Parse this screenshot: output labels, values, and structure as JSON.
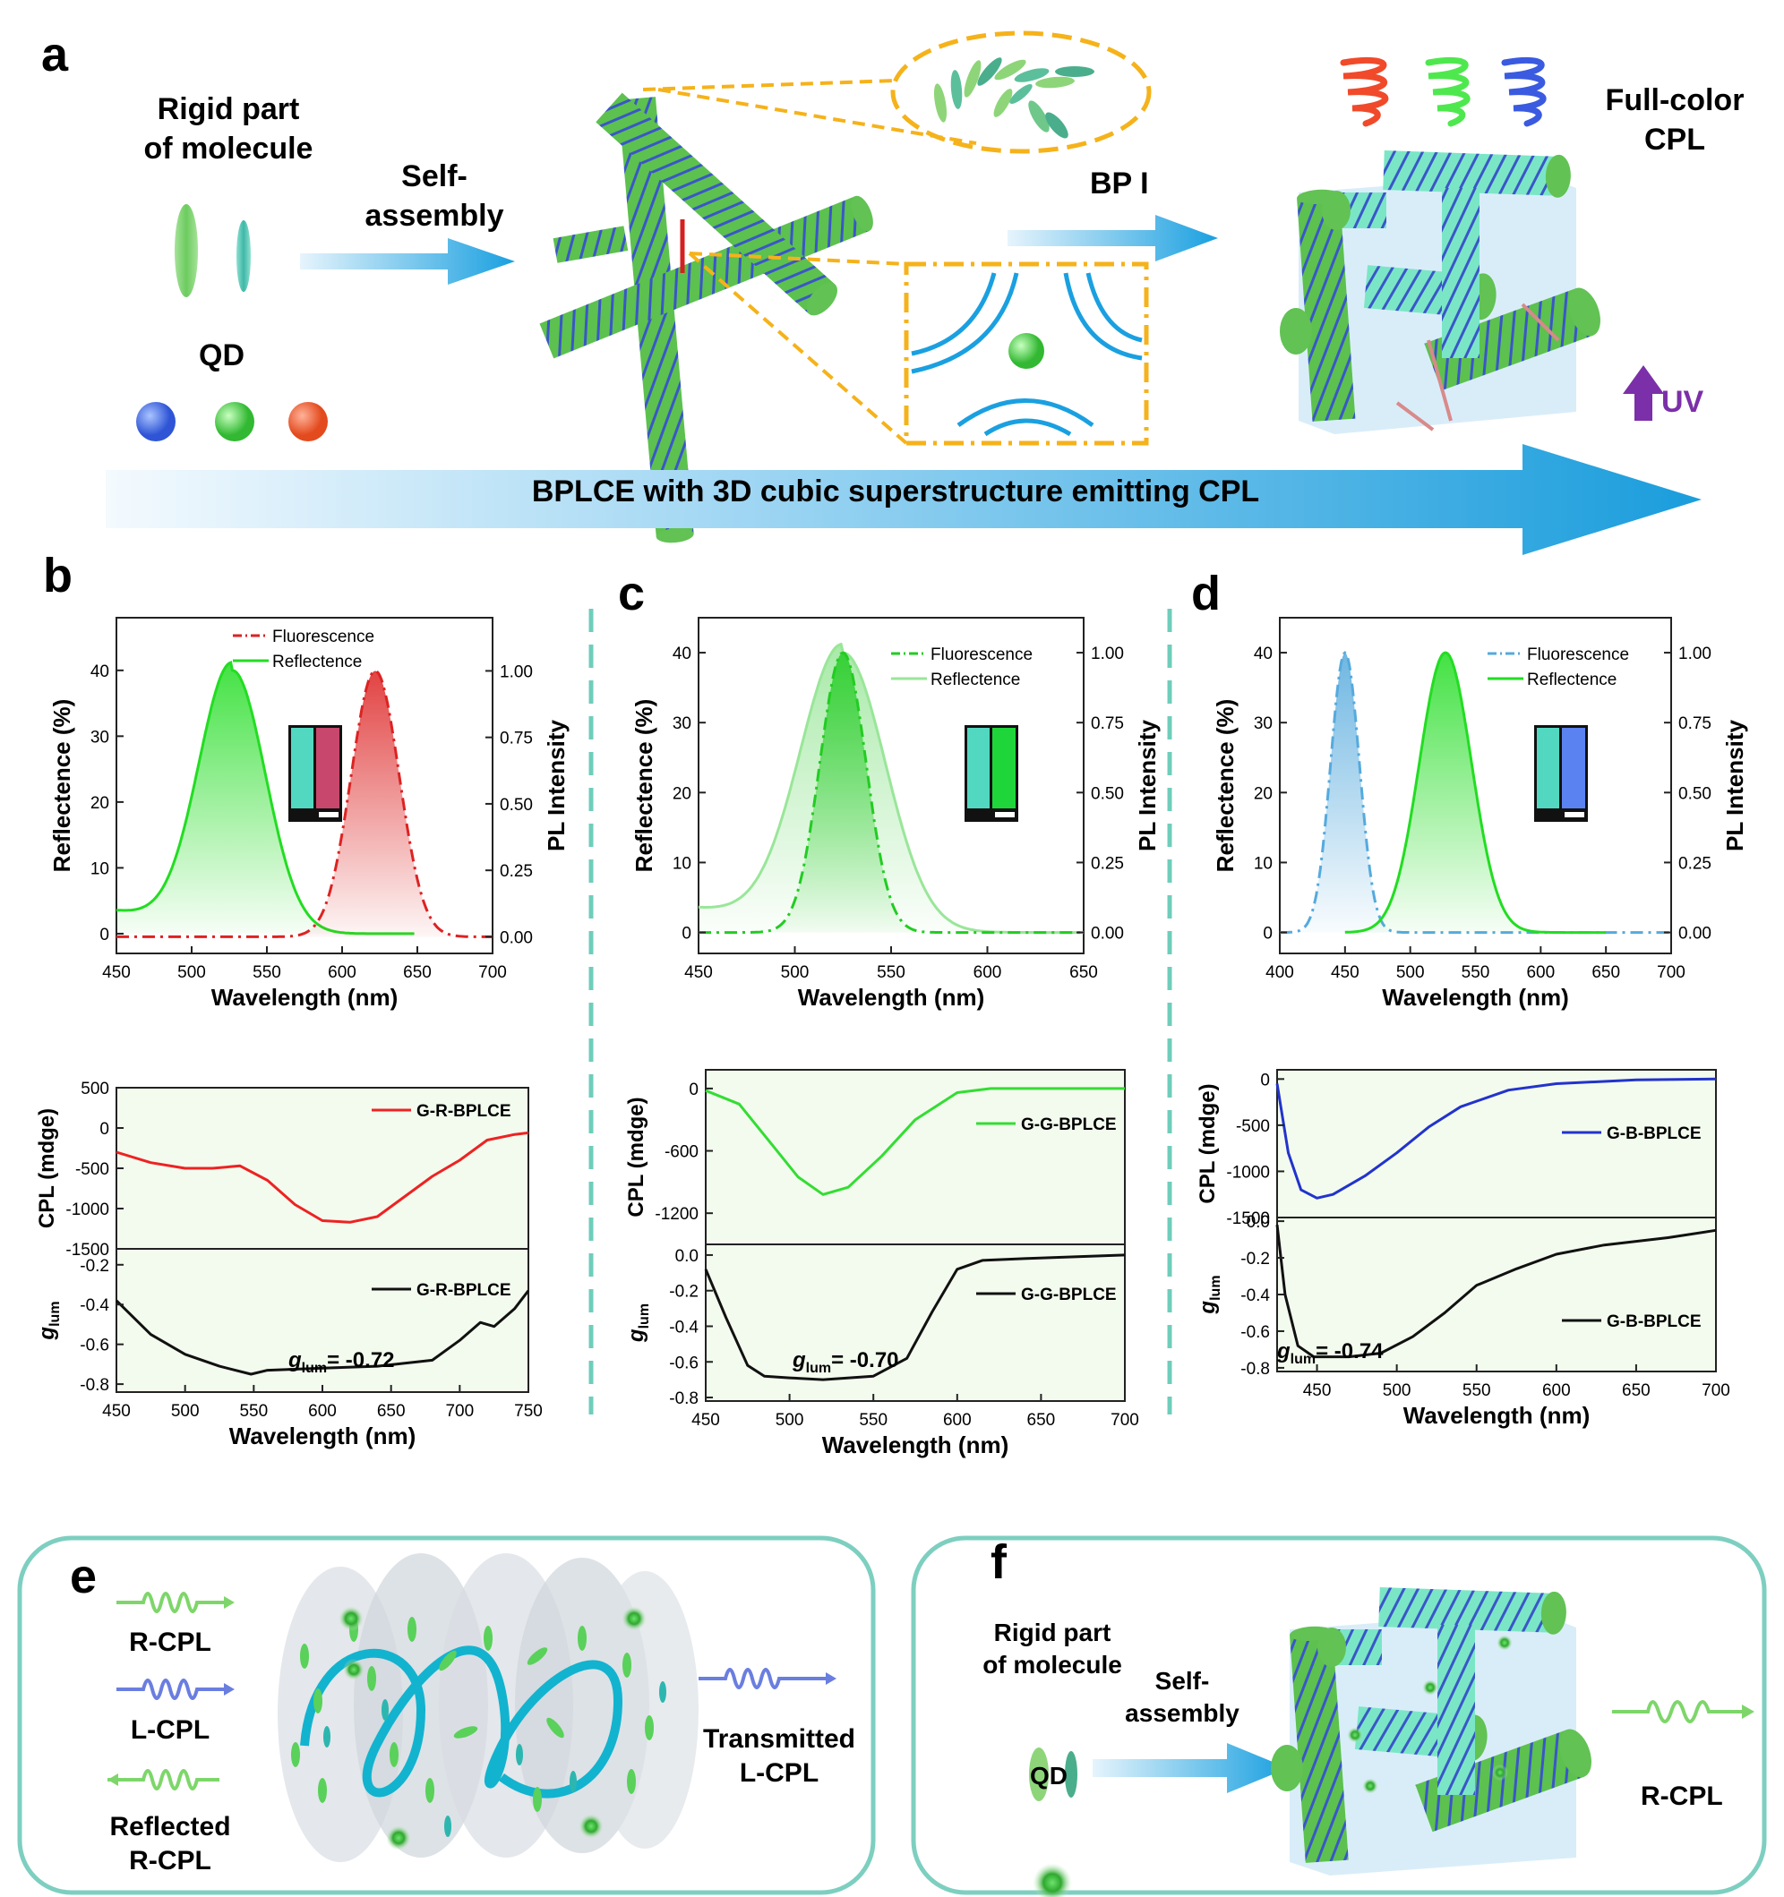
{
  "panels": {
    "a": "a",
    "b": "b",
    "c": "c",
    "d": "d",
    "e": "e",
    "f": "f"
  },
  "panel_a": {
    "rigid_line1": "Rigid part",
    "rigid_line2": "of molecule",
    "self_line1": "Self-",
    "self_line2": "assembly",
    "qd": "QD",
    "bp": "BP I",
    "fullcolor_line1": "Full-color",
    "fullcolor_line2": "CPL",
    "uv": "UV",
    "banner": "BPLCE  with 3D  cubic superstructure emitting CPL",
    "colors": {
      "accent_blue": "#1aa0e0",
      "dash_gold": "#f5b21a",
      "fiber_green": "#62c254",
      "fiber_stripe": "#3a56c8",
      "qd_blue": "#2f55d6",
      "qd_green": "#43c743",
      "qd_red": "#e34a1d",
      "uv": "#7b2fa8"
    }
  },
  "panel_e": {
    "rcpl": "R-CPL",
    "lcpl": "L-CPL",
    "reflected_line1": "Reflected",
    "reflected_line2": "R-CPL",
    "transmitted_line1": "Transmitted",
    "transmitted_line2": "L-CPL"
  },
  "panel_f": {
    "rigid_line1": "Rigid part",
    "rigid_line2": "of molecule",
    "self_line1": "Self-",
    "self_line2": "assembly",
    "qd": "QD",
    "rcpl": "R-CPL"
  },
  "chart_data": [
    {
      "id": "b_top",
      "type": "line",
      "xlabel": "Wavelength (nm)",
      "ylabel": "Reflectence (%)",
      "y2label": "PL Intensity",
      "xlim": [
        450,
        700
      ],
      "xticks": [
        "450",
        "500",
        "550",
        "600",
        "650",
        "700"
      ],
      "ylim": [
        -3,
        48
      ],
      "yticks": [
        "0",
        "10",
        "20",
        "30",
        "40"
      ],
      "y2lim": [
        -0.0625,
        1.2
      ],
      "y2ticks": [
        "0.00",
        "0.25",
        "0.50",
        "0.75",
        "1.00"
      ],
      "legend": [
        "Fluorescence",
        "Reflectence"
      ],
      "legend_position": "top-center",
      "series": [
        {
          "name": "Reflectence",
          "axis": "left",
          "color": "#22dd22",
          "dash": "solid",
          "peak": 527,
          "width": 22,
          "amplitude": 40,
          "baseline": 3.5,
          "x_range": [
            450,
            648
          ]
        },
        {
          "name": "Fluorescence",
          "axis": "right",
          "color": "#dd2222",
          "dash": "dashdot",
          "peak": 622,
          "width": 16,
          "amplitude": 1.0,
          "baseline": 0,
          "x_range": [
            450,
            700
          ]
        }
      ]
    },
    {
      "id": "c_top",
      "type": "line",
      "xlabel": "Wavelength (nm)",
      "ylabel": "Reflectence (%)",
      "y2label": "PL Intensity",
      "xlim": [
        450,
        650
      ],
      "xticks": [
        "450",
        "500",
        "550",
        "600",
        "650"
      ],
      "ylim": [
        -3,
        45
      ],
      "yticks": [
        "0",
        "10",
        "20",
        "30",
        "40"
      ],
      "y2lim": [
        -0.075,
        1.125
      ],
      "y2ticks": [
        "0.00",
        "0.25",
        "0.50",
        "0.75",
        "1.00"
      ],
      "legend": [
        "Fluorescence",
        "Reflectence"
      ],
      "legend_position": "top-right",
      "series": [
        {
          "name": "Reflectence",
          "axis": "left",
          "color": "#99e699",
          "dash": "solid",
          "peak": 525,
          "width": 22,
          "amplitude": 40,
          "baseline": 3.5,
          "x_range": [
            450,
            650
          ]
        },
        {
          "name": "Fluorescence",
          "axis": "right",
          "color": "#22cc22",
          "dash": "dashdot",
          "peak": 525,
          "width": 12,
          "amplitude": 1.0,
          "baseline": 0,
          "x_range": [
            450,
            650
          ]
        }
      ]
    },
    {
      "id": "d_top",
      "type": "line",
      "xlabel": "Wavelength (nm)",
      "ylabel": "Reflectence (%)",
      "y2label": "PL Intensity",
      "xlim": [
        400,
        700
      ],
      "xticks": [
        "400",
        "450",
        "500",
        "550",
        "600",
        "650",
        "700"
      ],
      "ylim": [
        -3,
        45
      ],
      "yticks": [
        "0",
        "10",
        "20",
        "30",
        "40"
      ],
      "y2lim": [
        -0.075,
        1.125
      ],
      "y2ticks": [
        "0.00",
        "0.25",
        "0.50",
        "0.75",
        "1.00"
      ],
      "legend": [
        "Fluorescence",
        "Reflectence"
      ],
      "legend_position": "top-right",
      "series": [
        {
          "name": "Fluorescence",
          "axis": "right",
          "color": "#55aadd",
          "dash": "dashdot",
          "peak": 450,
          "width": 11,
          "amplitude": 1.0,
          "baseline": 0,
          "x_range": [
            400,
            700
          ]
        },
        {
          "name": "Reflectence",
          "axis": "left",
          "color": "#22dd22",
          "dash": "solid",
          "peak": 527,
          "width": 20,
          "amplitude": 40,
          "baseline": 0,
          "x_range": [
            450,
            650
          ]
        }
      ]
    },
    {
      "id": "b_cpl",
      "type": "line",
      "ylabel": "CPL (mdge)",
      "xlim": [
        450,
        750
      ],
      "ylim": [
        -1500,
        500
      ],
      "yticks": [
        "500",
        "0",
        "-500",
        "-1000",
        "-1500"
      ],
      "series": [
        {
          "name": "G-R-BPLCE",
          "color": "#ee2222",
          "x": [
            450,
            475,
            500,
            520,
            540,
            560,
            580,
            600,
            620,
            640,
            660,
            680,
            700,
            720,
            740,
            750
          ],
          "y": [
            -300,
            -430,
            -500,
            -500,
            -470,
            -650,
            -950,
            -1150,
            -1170,
            -1100,
            -850,
            -600,
            -400,
            -150,
            -80,
            -60
          ]
        }
      ],
      "legend_position": "top-right"
    },
    {
      "id": "b_glum",
      "type": "line",
      "xlabel": "Wavelength (nm)",
      "ylabel": "glum",
      "xlim": [
        450,
        750
      ],
      "xticks": [
        "450",
        "500",
        "550",
        "600",
        "650",
        "700",
        "750"
      ],
      "ylim": [
        -0.84,
        -0.12
      ],
      "yticks": [
        "-0.2",
        "-0.4",
        "-0.6",
        "-0.8"
      ],
      "annotation": "= -0.72",
      "series": [
        {
          "name": "G-R-BPLCE",
          "color": "#111111",
          "x": [
            450,
            475,
            500,
            525,
            548,
            560,
            600,
            640,
            680,
            700,
            715,
            725,
            740,
            750
          ],
          "y": [
            -0.38,
            -0.55,
            -0.65,
            -0.71,
            -0.75,
            -0.73,
            -0.72,
            -0.71,
            -0.68,
            -0.58,
            -0.49,
            -0.51,
            -0.42,
            -0.33
          ]
        }
      ],
      "legend_position": "top-right"
    },
    {
      "id": "c_cpl",
      "type": "line",
      "ylabel": "CPL (mdge)",
      "xlim": [
        450,
        700
      ],
      "ylim": [
        -1500,
        180
      ],
      "yticks": [
        "0",
        "-600",
        "-1200"
      ],
      "series": [
        {
          "name": "G-G-BPLCE",
          "color": "#33dd33",
          "x": [
            450,
            470,
            490,
            505,
            520,
            535,
            555,
            575,
            600,
            620,
            640,
            700
          ],
          "y": [
            -20,
            -150,
            -550,
            -850,
            -1020,
            -950,
            -650,
            -300,
            -40,
            0,
            0,
            0
          ]
        }
      ],
      "legend_position": "top-right"
    },
    {
      "id": "c_glum",
      "type": "line",
      "xlabel": "Wavelength (nm)",
      "ylabel": "glum",
      "xlim": [
        450,
        700
      ],
      "xticks": [
        "450",
        "500",
        "550",
        "600",
        "650",
        "700"
      ],
      "ylim": [
        -0.82,
        0.06
      ],
      "yticks": [
        "0.0",
        "-0.2",
        "-0.4",
        "-0.6",
        "-0.8"
      ],
      "annotation": "= -0.70",
      "series": [
        {
          "name": "G-G-BPLCE",
          "color": "#111111",
          "x": [
            450,
            462,
            475,
            485,
            500,
            520,
            550,
            570,
            585,
            600,
            615,
            640,
            670,
            700
          ],
          "y": [
            -0.08,
            -0.35,
            -0.62,
            -0.68,
            -0.69,
            -0.7,
            -0.68,
            -0.58,
            -0.32,
            -0.08,
            -0.03,
            -0.02,
            -0.01,
            0.0
          ]
        }
      ],
      "legend_position": "top-right"
    },
    {
      "id": "d_cpl",
      "type": "line",
      "ylabel": "CPL (mdge)",
      "xlim": [
        425,
        700
      ],
      "ylim": [
        -1500,
        100
      ],
      "yticks": [
        "0",
        "-500",
        "-1000",
        "-1500"
      ],
      "series": [
        {
          "name": "G-B-BPLCE",
          "color": "#2233cc",
          "x": [
            425,
            432,
            440,
            450,
            460,
            480,
            500,
            520,
            540,
            570,
            600,
            650,
            700
          ],
          "y": [
            -50,
            -800,
            -1200,
            -1290,
            -1250,
            -1050,
            -800,
            -520,
            -300,
            -120,
            -50,
            -10,
            0
          ]
        }
      ],
      "legend_position": "top-right"
    },
    {
      "id": "d_glum",
      "type": "line",
      "xlabel": "Wavelength (nm)",
      "ylabel": "glum",
      "xlim": [
        425,
        700
      ],
      "xticks": [
        "450",
        "500",
        "550",
        "600",
        "650",
        "700"
      ],
      "ylim": [
        -0.82,
        0.02
      ],
      "yticks": [
        "0.0",
        "-0.2",
        "-0.4",
        "-0.6",
        "-0.8"
      ],
      "annotation": "= -0.74",
      "series": [
        {
          "name": "G-B-BPLCE",
          "color": "#111111",
          "x": [
            425,
            430,
            438,
            448,
            470,
            490,
            510,
            530,
            550,
            575,
            600,
            630,
            670,
            700
          ],
          "y": [
            -0.02,
            -0.4,
            -0.68,
            -0.74,
            -0.74,
            -0.72,
            -0.63,
            -0.5,
            -0.35,
            -0.26,
            -0.18,
            -0.13,
            -0.09,
            -0.05
          ]
        }
      ],
      "legend_position": "top-right"
    }
  ]
}
